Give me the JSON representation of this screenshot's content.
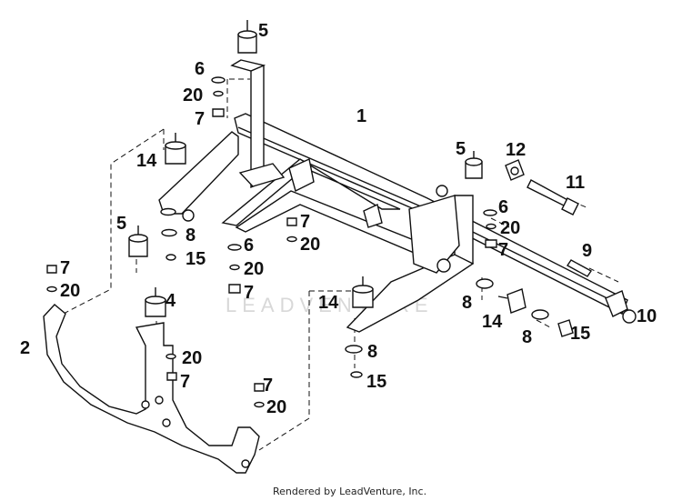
{
  "watermark": "LEADVENTURE",
  "footer": "Rendered by LeadVenture, Inc.",
  "labels": {
    "l1": "1",
    "l2": "2",
    "l4": "4",
    "l5a": "5",
    "l5b": "5",
    "l5c": "5",
    "l6a": "6",
    "l6b": "6",
    "l6c": "6",
    "l7a": "7",
    "l7b": "7",
    "l7c": "7",
    "l7d": "7",
    "l7e": "7",
    "l7f": "7",
    "l7g": "7",
    "l8a": "8",
    "l8b": "8",
    "l8c": "8",
    "l8d": "8",
    "l9": "9",
    "l10": "10",
    "l11": "11",
    "l12": "12",
    "l14a": "14",
    "l14b": "14",
    "l14c": "14",
    "l15a": "15",
    "l15b": "15",
    "l15c": "15",
    "l20a": "20",
    "l20b": "20",
    "l20c": "20",
    "l20d": "20",
    "l20e": "20",
    "l20f": "20",
    "l20g": "20"
  },
  "colors": {
    "line": "#111111",
    "watermark": "#d8d8d8"
  }
}
